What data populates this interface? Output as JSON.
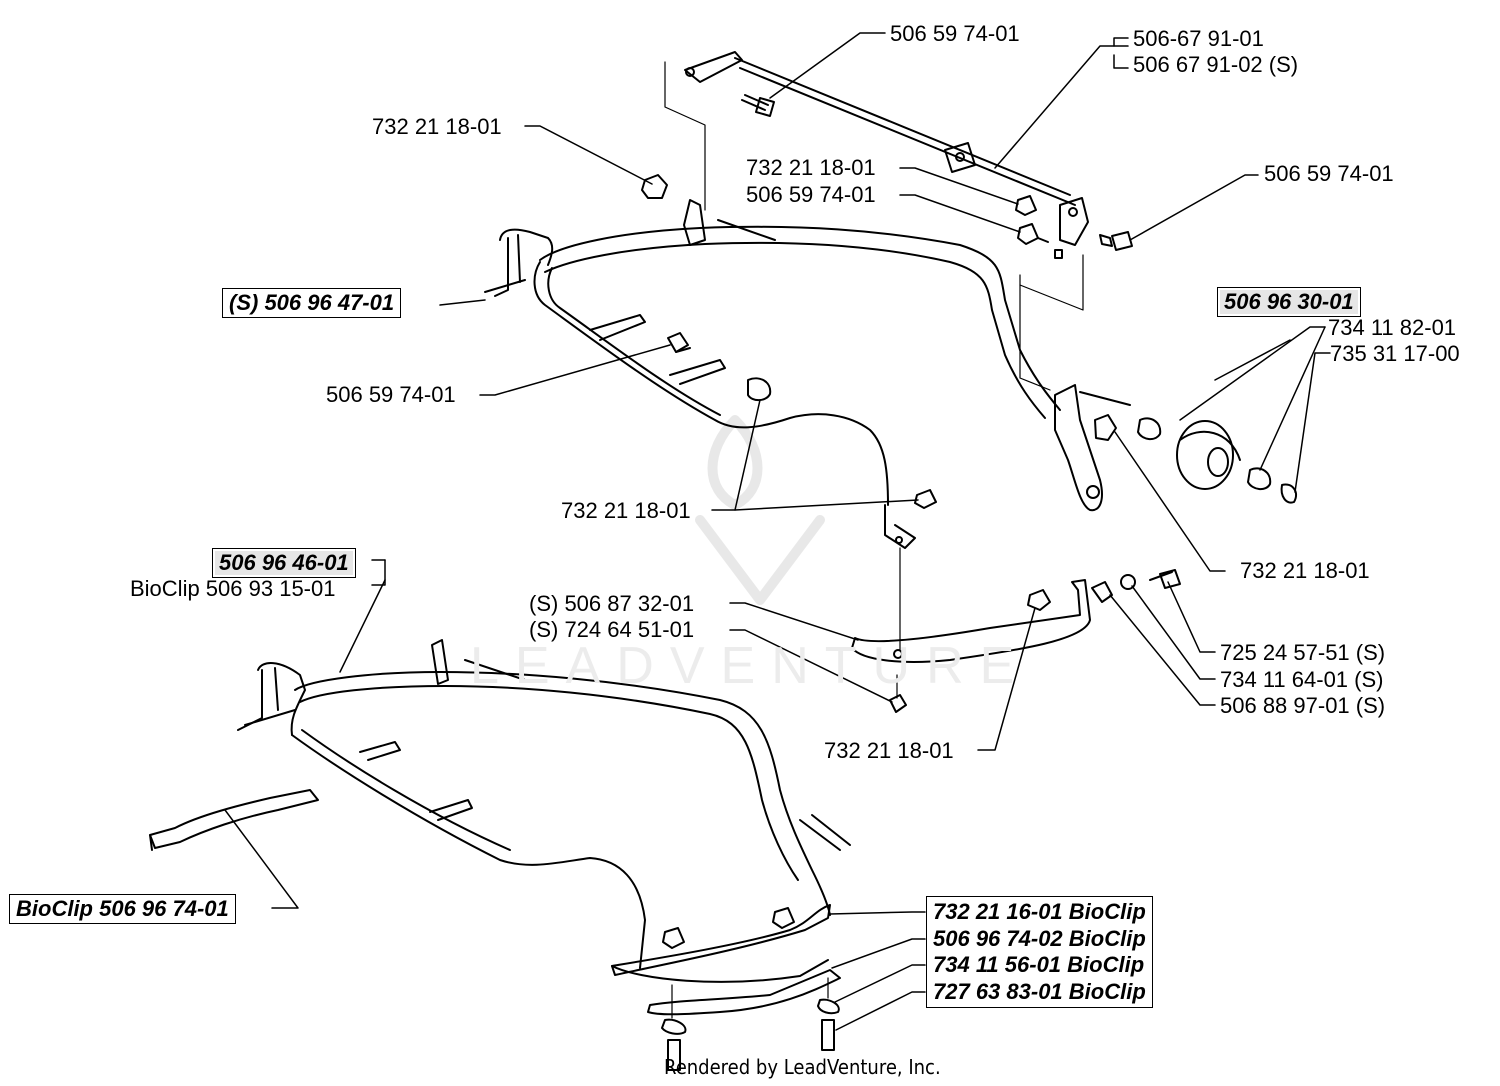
{
  "labels": {
    "top_bolt_a": "506 59 74-01",
    "rod_a": "506-67 91-01",
    "rod_b": "506 67 91-02 (S)",
    "nut_left_upper": "732 21 18-01",
    "nut_mid": "732 21 18-01",
    "bolt_mid": "506 59 74-01",
    "bolt_right": "506 59 74-01",
    "frame_upper": "(S) 506 96 47-01",
    "wheel": "506 96 30-01",
    "spacer": "734 11 82-01",
    "clip": "735 31 17-00",
    "bolt_left_mid": "506 59 74-01",
    "nut_right_wheel": "732 21 18-01",
    "nut_center": "732 21 18-01",
    "frame_lower": "506 96 46-01",
    "frame_lower_bioclip": "BioClip 506 93 15-01",
    "bracket_s": "(S) 506 87 32-01",
    "screw_s": "(S) 724 64 51-01",
    "bolt_s": "725 24 57-51 (S)",
    "washer_s": "734 11 64-01 (S)",
    "spacer_s": "506 88 97-01 (S)",
    "nut_bottom": "732 21 18-01",
    "bioclip_bracket": "BioClip 506 96 74-01",
    "bio_1": "732 21 16-01 BioClip",
    "bio_2": "506 96 74-02 BioClip",
    "bio_3": "734 11 56-01 BioClip",
    "bio_4": "727 63 83-01 BioClip"
  },
  "watermark": "LEADVENTURE",
  "footer": "Rendered by LeadVenture, Inc."
}
